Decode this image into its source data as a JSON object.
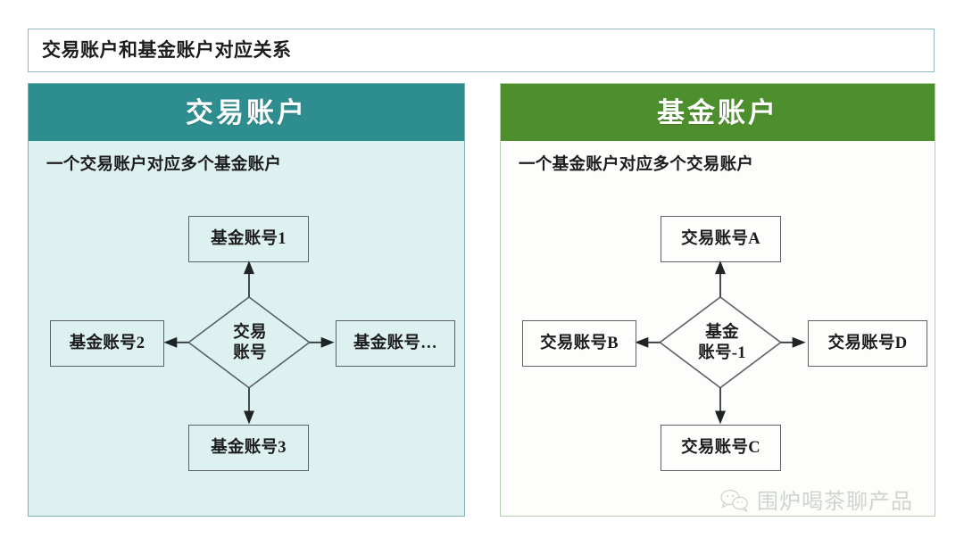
{
  "title": "交易账户和基金账户对应关系",
  "panels": [
    {
      "key": "trading",
      "header": "交易账户",
      "subtitle": "一个交易账户对应多个基金账户",
      "center": {
        "line1": "交易",
        "line2": "账号"
      },
      "nodes": {
        "top": "基金账号1",
        "left": "基金账号2",
        "right": "基金账号…",
        "bottom": "基金账号3"
      },
      "header_color": "#2e8d8f",
      "body_color": "#ddf1f1",
      "border_color": "#7fb0b3"
    },
    {
      "key": "fund",
      "header": "基金账户",
      "subtitle": "一个基金账户对应多个交易账户",
      "center": {
        "line1": "基金",
        "line2": "账号-1"
      },
      "nodes": {
        "top": "交易账号A",
        "left": "交易账号B",
        "right": "交易账号D",
        "bottom": "交易账号C"
      },
      "header_color": "#4e8f2d",
      "body_color": "#fdfdfb",
      "border_color": "#b6ceab"
    }
  ],
  "watermark": {
    "text": "围炉喝茶聊产品",
    "icon": "wechat-icon",
    "color": "#9fae9f"
  },
  "colors": {
    "title_border": "#8fb8c2",
    "node_border": "#5b6166",
    "arrow": "#1e2326"
  }
}
